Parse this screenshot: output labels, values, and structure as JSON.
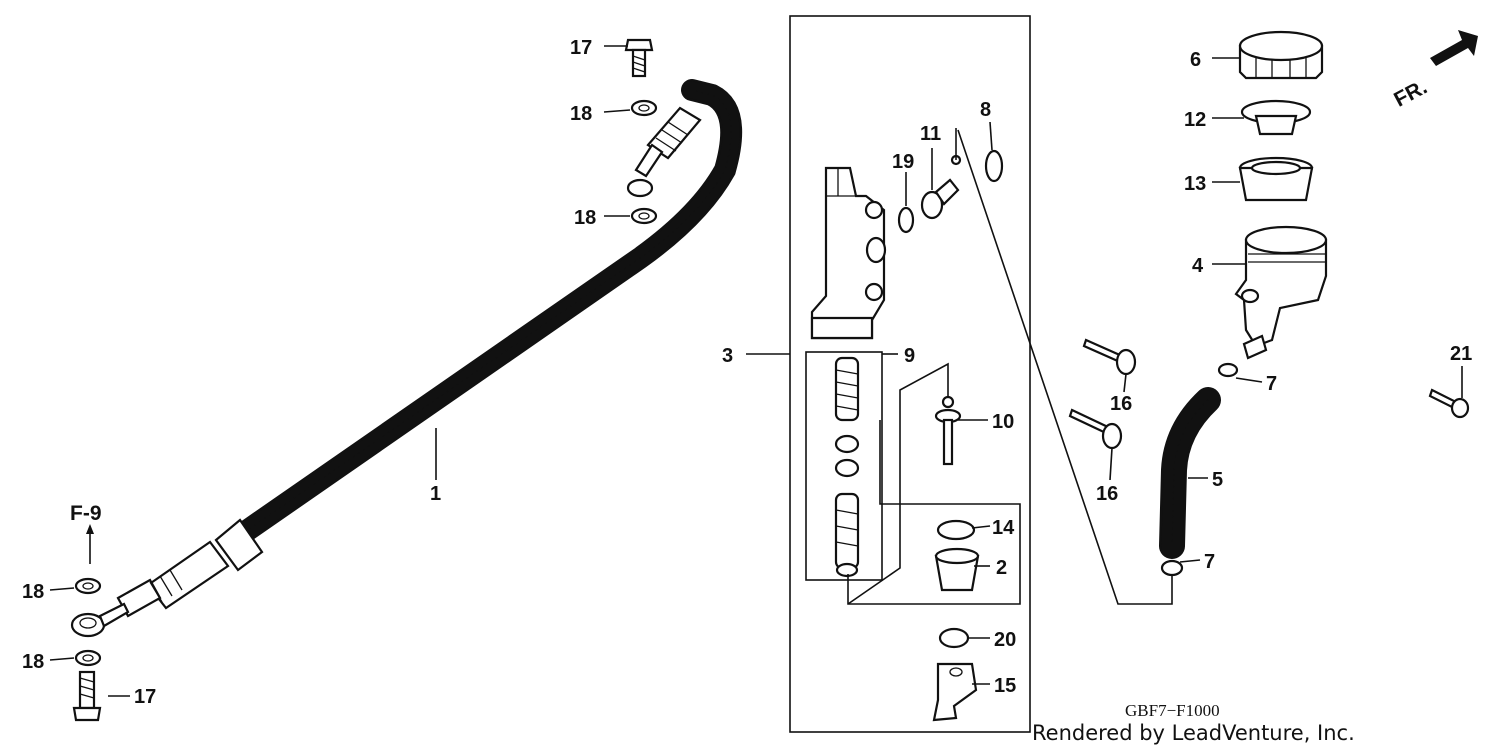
{
  "diagram": {
    "callouts": {
      "c1": "1",
      "c2": "2",
      "c3": "3",
      "c4": "4",
      "c5": "5",
      "c6": "6",
      "c7a": "7",
      "c7b": "7",
      "c8": "8",
      "c9": "9",
      "c10": "10",
      "c11": "11",
      "c12": "12",
      "c13": "13",
      "c14": "14",
      "c15": "15",
      "c16a": "16",
      "c16b": "16",
      "c17a": "17",
      "c17b": "17",
      "c18a": "18",
      "c18b": "18",
      "c18c": "18",
      "c18d": "18",
      "c19": "19",
      "c20": "20",
      "c21": "21"
    },
    "reference": "F-9",
    "front_marker": "FR.",
    "drawing_code": "GBF7−F1000",
    "credit": "Rendered by LeadVenture, Inc."
  }
}
